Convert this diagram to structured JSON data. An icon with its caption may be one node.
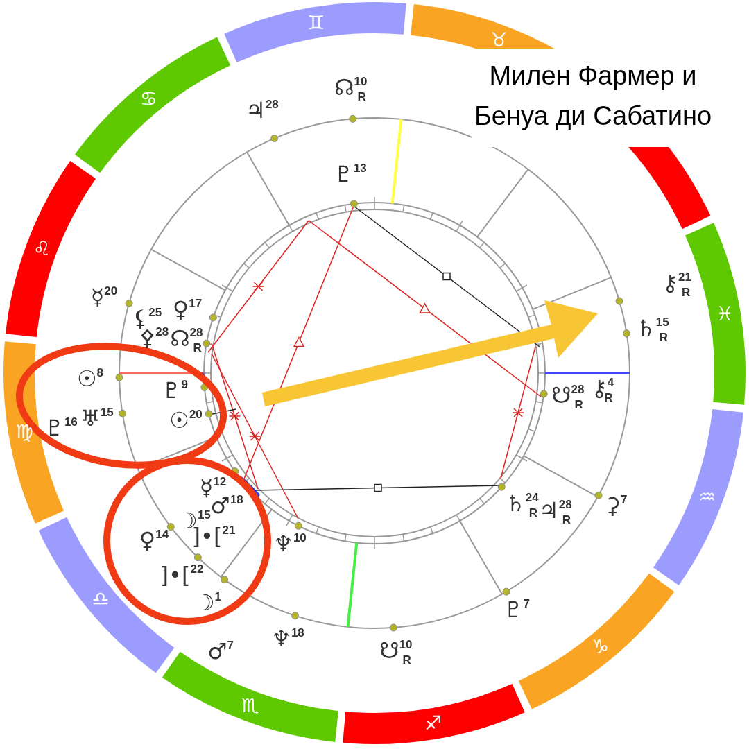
{
  "diagram": {
    "title": "Милен Фармер и Бенуа ди Сабатино",
    "labels": [
      "♉",
      "♊",
      "♋",
      "♌",
      "♍",
      "♎",
      "♏",
      "♐",
      "♑",
      "♒",
      "♓",
      "♃$^{28}$",
      "☊$^{10}$$_{R}$",
      "⚷$^{21}$$_{R}$",
      "♄$^{15}$$_{R}$",
      "⚷$^{4}$$_{R}$",
      "⚳$^{7}$",
      "♇$^{7}$",
      "☋$^{10}$$_{R}$",
      "♆$^{18}$",
      "♂$^{7}$",
      "☽$^{1}$",
      "]•[$^{22}$",
      "♀$^{14}$",
      "♅$^{15}$",
      "♇$^{16}$",
      "☉$^{8}$",
      "☿$^{20}$",
      "♇$^{13}$",
      "⚸$^{25}$",
      "♀$^{17}$",
      "⚴$^{28}$",
      "☊$^{28}$$_{R}$",
      "♇$^{9}$",
      "☉$^{20}$",
      "☿$^{12}$",
      "♂$^{18}$",
      "☽$^{15}$",
      "]•[$^{21}$",
      "♆$^{10}$",
      "♄$^{24}$$_{R}$",
      "♃$^{28}$$_{R}$",
      "☋$^{28}$$_{R}$"
    ]
  }
}
